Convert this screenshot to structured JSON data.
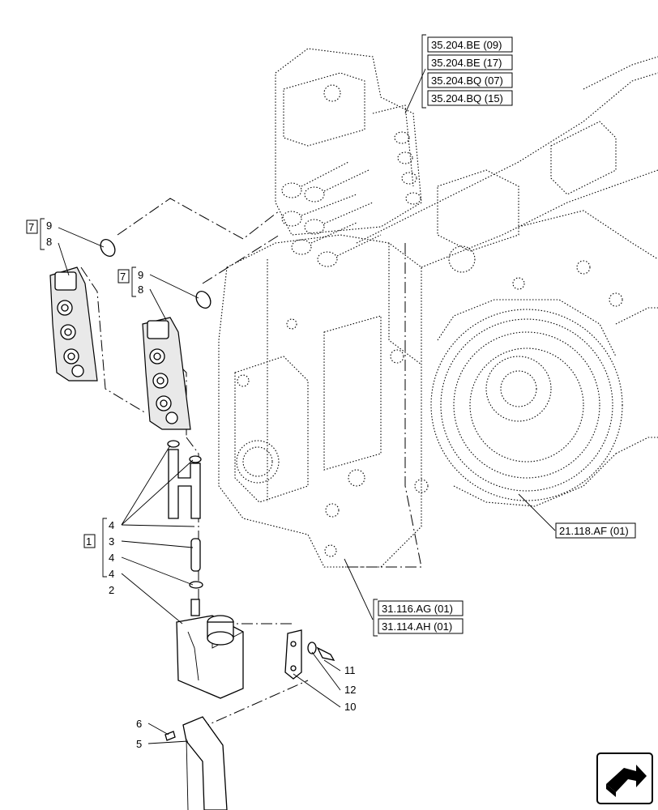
{
  "references": {
    "valve_group": [
      "35.204.BE (09)",
      "35.204.BE (17)",
      "35.204.BQ (07)",
      "35.204.BQ (15)"
    ],
    "flywheel": "21.118.AF (01)",
    "housing": [
      "31.116.AG (01)",
      "31.114.AH (01)"
    ]
  },
  "callouts": {
    "group_1_box": "1",
    "group_7_box": "7",
    "n2": "2",
    "n3": "3",
    "n4": "4",
    "n5": "5",
    "n6": "6",
    "n8": "8",
    "n9": "9",
    "n10": "10",
    "n11": "11",
    "n12": "12"
  },
  "icons": {
    "navigation": "next-page-arrow-icon"
  }
}
